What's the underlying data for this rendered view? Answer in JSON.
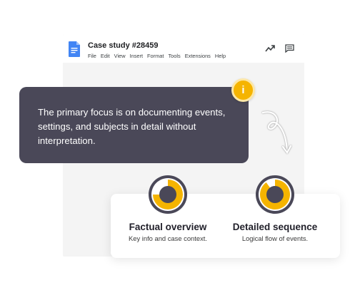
{
  "document": {
    "title": "Case study #28459",
    "menu": [
      "File",
      "Edit",
      "View",
      "Insert",
      "Format",
      "Tools",
      "Extensions",
      "Help"
    ]
  },
  "icons": {
    "doc": "google-docs-icon",
    "trend": "trending-up-icon",
    "comment": "comment-icon",
    "info": "info-icon",
    "arrow": "curvy-arrow-icon"
  },
  "tooltip": {
    "badge": "i",
    "text": "The primary focus is on documenting events, settings, and subjects in detail without interpretation."
  },
  "stats": [
    {
      "label": "Factual overview",
      "description": "Key info and case context.",
      "progress": 0.75
    },
    {
      "label": "Detailed sequence",
      "description": "Logical flow of events.",
      "progress": 0.9
    }
  ],
  "colors": {
    "accent": "#f5b400",
    "dark_card": "#4a4858",
    "ring_track": "#4a4858",
    "doc_blue": "#4285f4"
  }
}
